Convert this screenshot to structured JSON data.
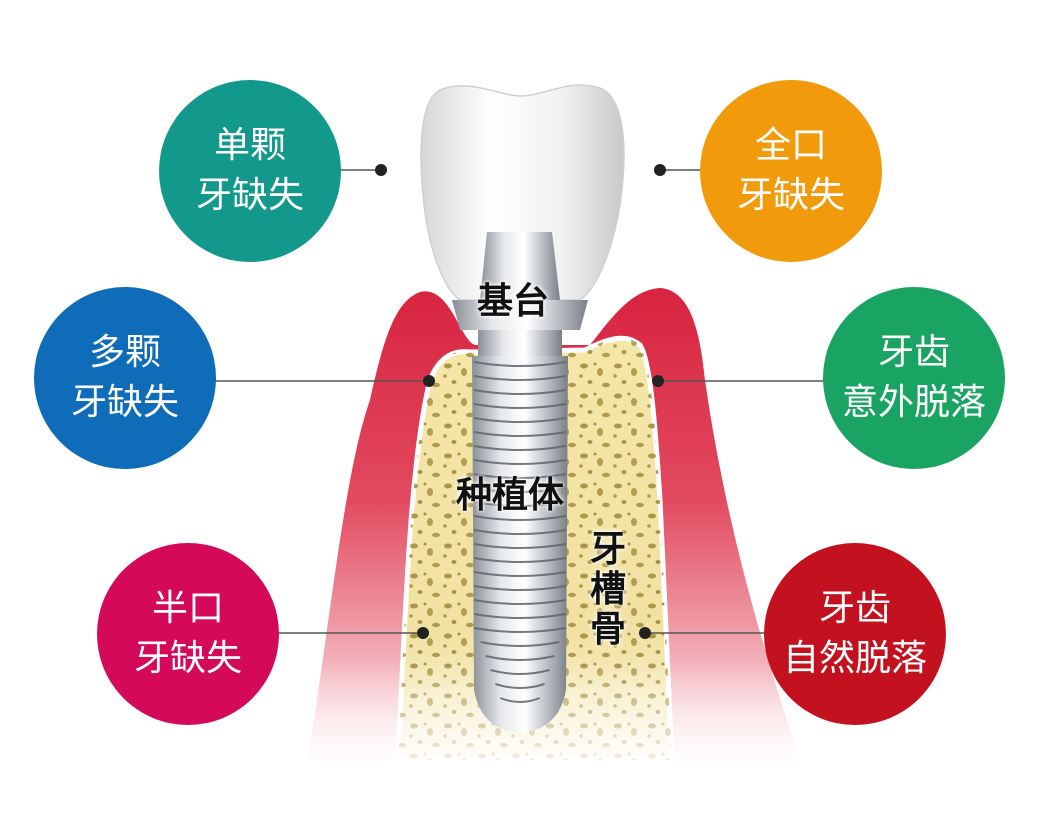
{
  "circles": [
    {
      "id": "single",
      "lines": [
        "单颗",
        "牙缺失"
      ],
      "color": "#13998c"
    },
    {
      "id": "full",
      "lines": [
        "全口",
        "牙缺失"
      ],
      "color": "#f19a0b"
    },
    {
      "id": "multi",
      "lines": [
        "多颗",
        "牙缺失"
      ],
      "color": "#0f6cb8"
    },
    {
      "id": "accident",
      "lines": [
        "牙齿",
        "意外脱落"
      ],
      "color": "#1aa463"
    },
    {
      "id": "half",
      "lines": [
        "半口",
        "牙缺失"
      ],
      "color": "#d4095a"
    },
    {
      "id": "natural",
      "lines": [
        "牙齿",
        "自然脱落"
      ],
      "color": "#c4111f"
    }
  ],
  "parts": {
    "abutment": "基台",
    "implant": "种植体",
    "alveolar_bone": [
      "牙",
      "槽",
      "骨"
    ]
  }
}
